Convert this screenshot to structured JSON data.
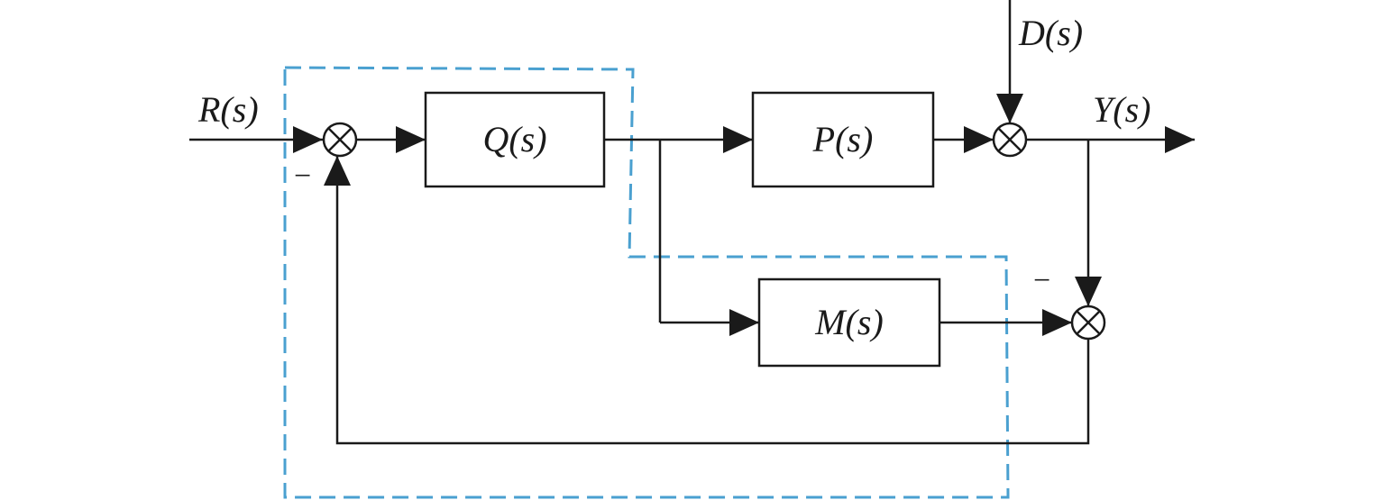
{
  "colors": {
    "line": "#1a1a1a",
    "dashed_region": "#4aa0d0"
  },
  "signals": {
    "input": "R(s)",
    "disturbance": "D(s)",
    "output": "Y(s)"
  },
  "blocks": {
    "q": "Q(s)",
    "p": "P(s)",
    "m": "M(s)"
  },
  "signs": {
    "feedback_minus": "−",
    "output_minus": "−"
  },
  "icons": {
    "summing_junction": "circle-cross"
  }
}
